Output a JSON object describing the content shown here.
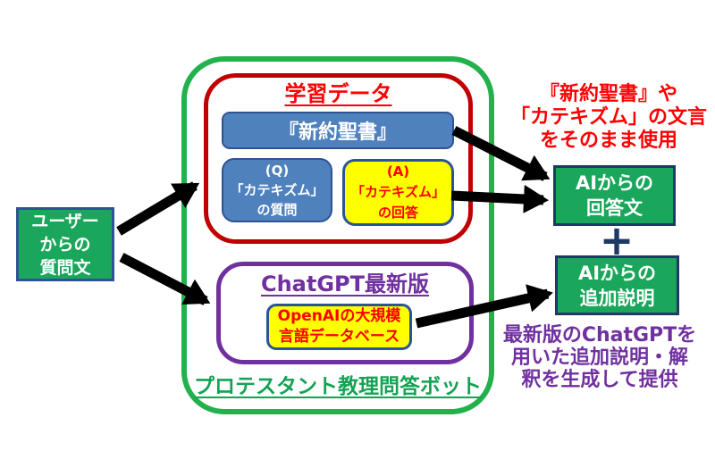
{
  "colors": {
    "green_fill": "#1AA75C",
    "green_border": "#22B14C",
    "green_text": "#14A354",
    "red_border": "#C00000",
    "red_text": "#FF0000",
    "blue_fill": "#4F81BD",
    "blue_border": "#2E5395",
    "navy": "#1F3864",
    "purple": "#7030A0",
    "yellow": "#FFFF00",
    "arrow": "#000000"
  },
  "outer": {
    "label": "プロテスタント教理問答ボット"
  },
  "training": {
    "title": "学習データ",
    "bible": "『新約聖書』",
    "q": [
      "(Q)",
      "「カテキズム」",
      "の質問"
    ],
    "a": [
      "(A)",
      "「カテキズム」",
      "の回答"
    ]
  },
  "chatgpt": {
    "title": "ChatGPT最新版",
    "openai": [
      "OpenAIの大規模",
      "言語データベース"
    ]
  },
  "user_box": [
    "ユーザー",
    "からの",
    "質問文"
  ],
  "answer_box": [
    "AIからの",
    "回答文"
  ],
  "plus": "+",
  "addition_box": [
    "AIからの",
    "追加説明"
  ],
  "note_red": [
    "『新約聖書』や",
    "「カテキズム」の文言",
    "をそのまま使用"
  ],
  "note_purple": [
    "最新版のChatGPTを",
    "用いた追加説明・解",
    "釈を生成して提供"
  ]
}
